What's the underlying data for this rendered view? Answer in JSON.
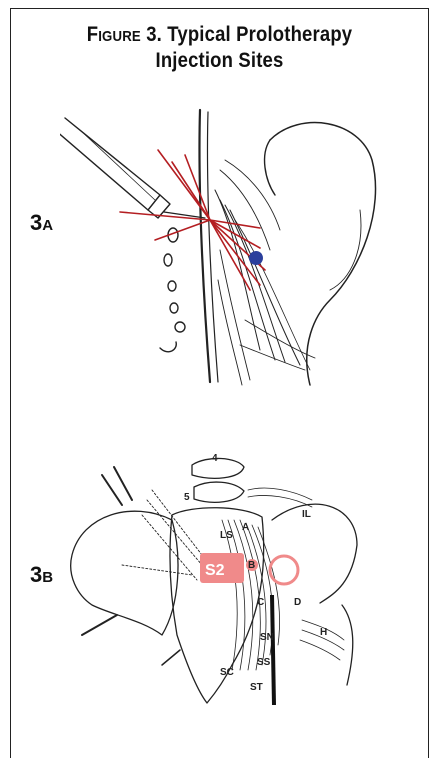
{
  "figure": {
    "title_prefix": "Figure",
    "title_line1": " 3. Typical Prolotherapy",
    "title_line2": "Injection Sites"
  },
  "panels": [
    {
      "number": "3",
      "letter": "A"
    },
    {
      "number": "3",
      "letter": "B"
    }
  ],
  "illustration_labels": {
    "s2": "S2",
    "l4": "4",
    "l5": "5",
    "il": "IL",
    "ls": "LS",
    "a": "A",
    "b": "B",
    "c": "C",
    "d": "D",
    "h": "H",
    "sn": "SN",
    "ss": "SS",
    "st": "ST",
    "sc": "SC"
  },
  "colors": {
    "needle_lines": "#b41e22",
    "injection_dot": "#2b3f9c",
    "highlight": "#f08a8a",
    "ink": "#222222"
  }
}
